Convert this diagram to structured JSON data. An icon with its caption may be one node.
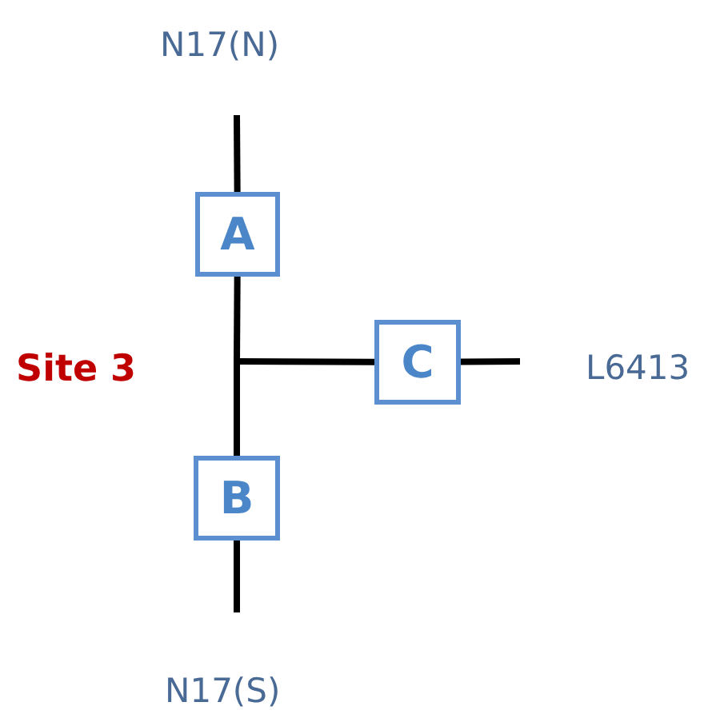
{
  "diagram": {
    "nodes": [
      {
        "text": [
          "A"
        ]
      },
      {
        "text": [],
        "shape": "point"
      },
      {
        "text": [
          "C"
        ]
      },
      {
        "text": [
          "B"
        ]
      }
    ],
    "edges": [
      {
        "from": null,
        "to": 0,
        "arrow": "none"
      },
      {
        "from": 0,
        "to": 1,
        "arrow": "none"
      },
      {
        "from": 1,
        "to": 2,
        "arrow": "none"
      },
      {
        "from": 2,
        "to": null,
        "arrow": "none"
      },
      {
        "from": 1,
        "to": 3,
        "arrow": "none"
      },
      {
        "from": 3,
        "to": null,
        "arrow": "none"
      }
    ],
    "labels": [
      "N17(N)",
      "Site 3",
      "L6413",
      "N17(S)"
    ]
  }
}
